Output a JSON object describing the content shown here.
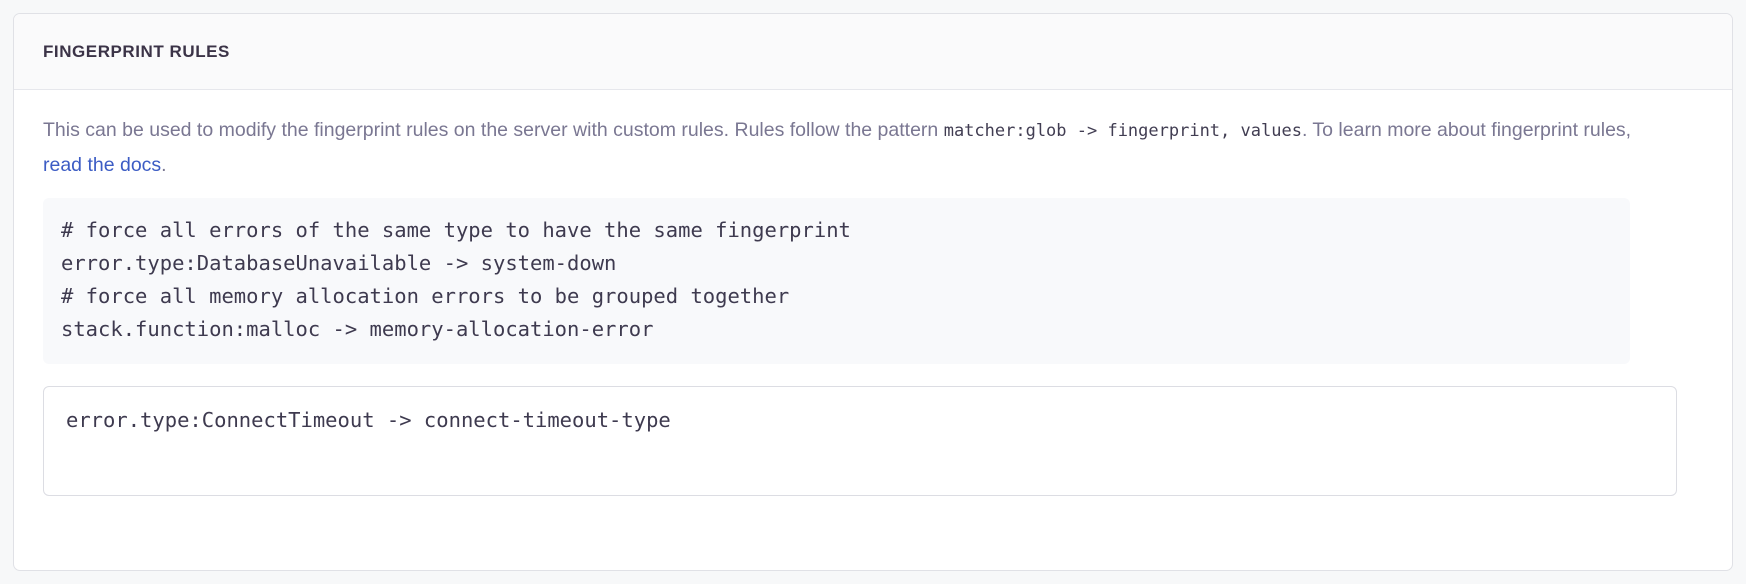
{
  "panel": {
    "title": "FINGERPRINT RULES"
  },
  "description": {
    "lead": "This can be used to modify the fingerprint rules on the server with custom rules. Rules follow the pattern",
    "code_pattern": "matcher:glob -> fingerprint, values",
    "middle": ". To learn more about fingerprint rules,",
    "link_label": "read the docs",
    "trailing": ".",
    "link_color": "#3c5cc4"
  },
  "example_code": {
    "lines": [
      "# force all errors of the same type to have the same fingerprint",
      "error.type:DatabaseUnavailable -> system-down",
      "# force all memory allocation errors to be grouped together",
      "stack.function:malloc -> memory-allocation-error"
    ],
    "text": "# force all errors of the same type to have the same fingerprint\nerror.type:DatabaseUnavailable -> system-down\n# force all memory allocation errors to be grouped together\nstack.function:malloc -> memory-allocation-error"
  },
  "rules_editor": {
    "value": "error.type:ConnectTimeout -> connect-timeout-type",
    "placeholder": ""
  },
  "colors": {
    "page_background": "#f7f8f9",
    "panel_background": "#ffffff",
    "panel_border": "#e0e1e6",
    "header_background": "#fafafb",
    "title_text": "#3b3347",
    "body_text": "#7a7792",
    "code_text": "#3e3a4f",
    "code_block_background": "#f8f9fb",
    "input_border": "#dcdde3"
  }
}
